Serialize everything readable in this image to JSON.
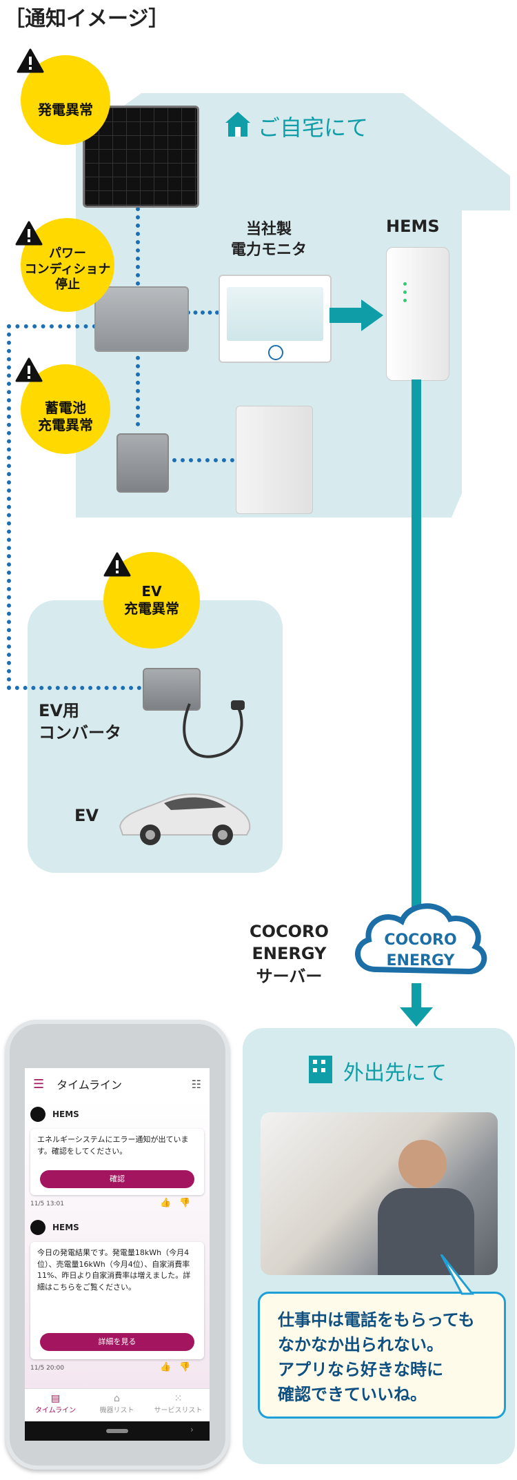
{
  "title": "［通知イメージ］",
  "home": {
    "label": "ご自宅にて"
  },
  "alerts": {
    "solar": "発電異常",
    "power_conditioner": "パワー\nコンディショナ\n停止",
    "battery": "蓄電池\n充電異常",
    "ev": "EV\n充電異常"
  },
  "labels": {
    "monitor": "当社製\n電力モニタ",
    "hems": "HEMS",
    "ev_converter": "EV用\nコンバータ",
    "ev": "EV",
    "server": "COCORO\nENERGY\nサーバー",
    "cloud": "COCORO\nENERGY",
    "outing": "外出先にて"
  },
  "phone": {
    "header_title": "タイムライン",
    "notifications": [
      {
        "source": "HEMS",
        "message": "エネルギーシステムにエラー通知が出ています。確認をしてください。",
        "button": "確認",
        "time": "11/5 13:01"
      },
      {
        "source": "HEMS",
        "message": "今日の発電結果です。発電量18kWh（今月4位）、売電量16kWh（今月4位）、自家消費率11%、昨日より自家消費率は増えました。詳細はこちらをご覧ください。",
        "button": "詳細を見る",
        "time": "11/5 20:00"
      }
    ],
    "nav": [
      "タイムライン",
      "機器リスト",
      "サービスリスト"
    ]
  },
  "speech": "仕事中は電話をもらっても\nなかなか出られない。\nアプリなら好きな時に\n確認できていいね。",
  "colors": {
    "teal": "#0f9ea8",
    "alert_yellow": "#ffd900",
    "dots": "#1d6fb3",
    "house_bg": "#d7eaee",
    "accent": "#a3165f"
  }
}
